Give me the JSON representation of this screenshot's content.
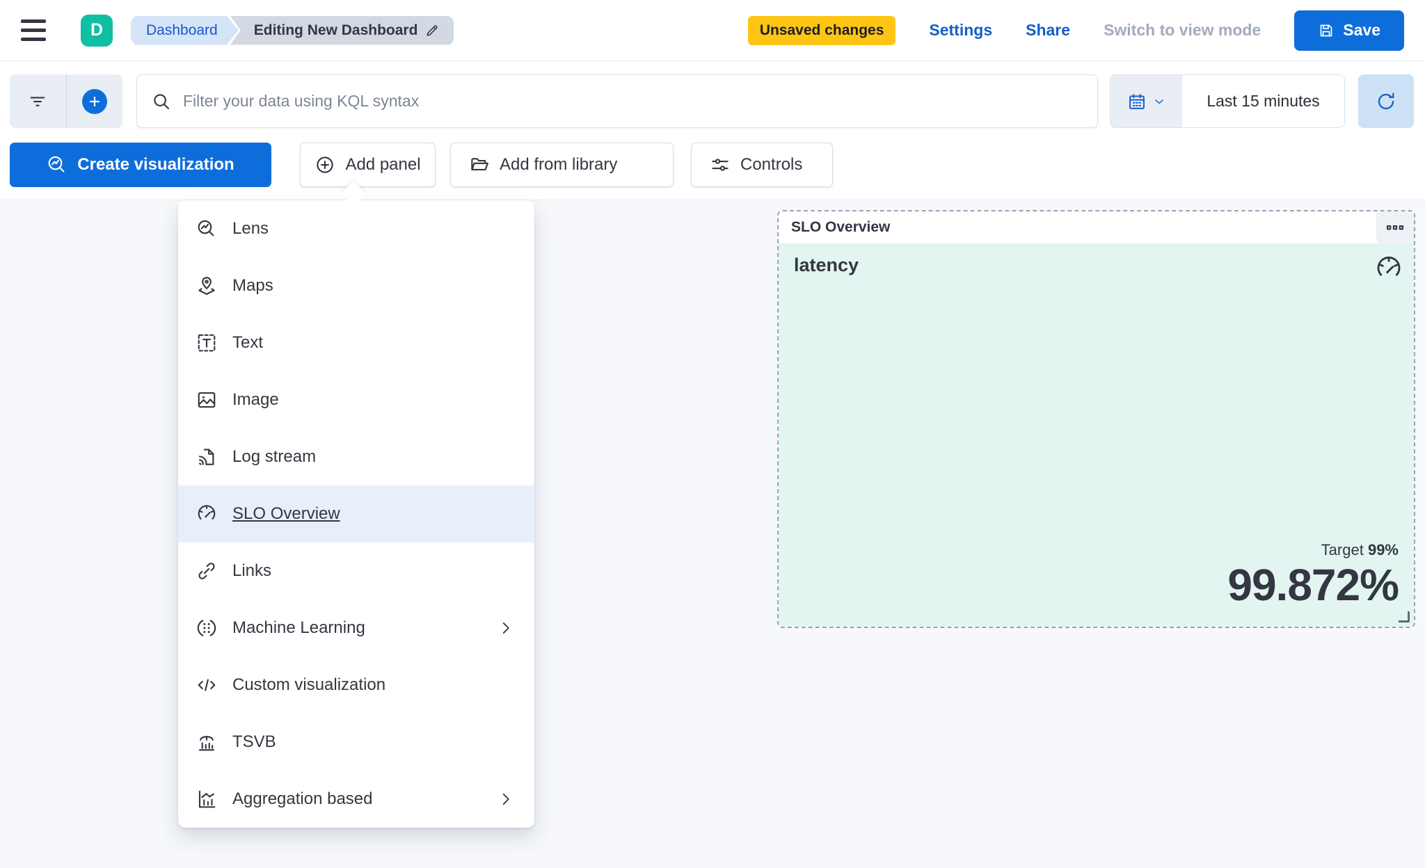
{
  "topbar": {
    "logo": "D",
    "breadcrumbs": [
      "Dashboard",
      "Editing New Dashboard"
    ],
    "unsaved_badge": "Unsaved changes",
    "settings": "Settings",
    "share": "Share",
    "view_mode": "Switch to view mode",
    "save": "Save"
  },
  "filter_bar": {
    "search_placeholder": "Filter your data using KQL syntax",
    "time_range": "Last 15 minutes"
  },
  "toolbar": {
    "create_visualization": "Create visualization",
    "add_panel": "Add panel",
    "add_from_library": "Add from library",
    "controls": "Controls"
  },
  "menu": {
    "items": [
      {
        "label": "Lens",
        "icon": "lens",
        "submenu": false,
        "active": false
      },
      {
        "label": "Maps",
        "icon": "maps",
        "submenu": false,
        "active": false
      },
      {
        "label": "Text",
        "icon": "text",
        "submenu": false,
        "active": false
      },
      {
        "label": "Image",
        "icon": "image",
        "submenu": false,
        "active": false
      },
      {
        "label": "Log stream",
        "icon": "logstream",
        "submenu": false,
        "active": false
      },
      {
        "label": "SLO Overview",
        "icon": "slo",
        "submenu": false,
        "active": true
      },
      {
        "label": "Links",
        "icon": "link",
        "submenu": false,
        "active": false
      },
      {
        "label": "Machine Learning",
        "icon": "ml",
        "submenu": true,
        "active": false
      },
      {
        "label": "Custom visualization",
        "icon": "code",
        "submenu": false,
        "active": false
      },
      {
        "label": "TSVB",
        "icon": "tsvb",
        "submenu": false,
        "active": false
      },
      {
        "label": "Aggregation based",
        "icon": "agg",
        "submenu": true,
        "active": false
      }
    ]
  },
  "panel": {
    "header": "SLO Overview",
    "title": "latency",
    "target_label": "Target",
    "target_value": "99%",
    "value": "99.872%"
  },
  "colors": {
    "primary_blue": "#0d6edb",
    "link_blue": "#155fc5",
    "badge_yellow": "#fec514",
    "logo_teal": "#0fbfa3",
    "panel_mint": "#e3f5f1",
    "text": "#343741",
    "dashed_border": "#98a2b3",
    "canvas_bg": "#f6f8fb"
  }
}
